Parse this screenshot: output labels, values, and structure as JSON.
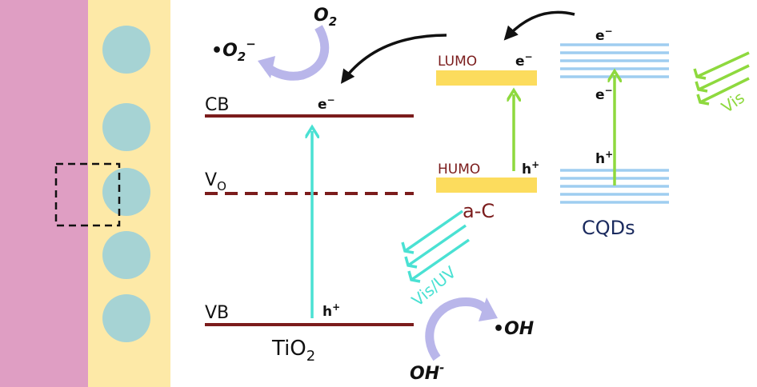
{
  "colors": {
    "pink_layer": "#df9ec3",
    "yellow_layer": "#fde9a7",
    "particle": "#a6d3d4",
    "band": "#7b1c1c",
    "gold_band": "#fcdc5d",
    "cqd_line": "#9fcdf0",
    "green_arrow": "#8ed93e",
    "cyan_arrow": "#4ae1d3",
    "purple_arrow": "#b9b6ea",
    "black": "#111111",
    "navy": "#1a2a5e"
  },
  "labels": {
    "cb": "CB",
    "vb": "VB",
    "vo_main": "V",
    "vo_sub": "O",
    "tio2_main": "TiO",
    "tio2_sub": "2",
    "cb_electron_main": "e",
    "cb_electron_sup": "−",
    "vb_hole_main": "h",
    "vb_hole_sup": "+",
    "lumo": "LUMO",
    "lumo_electron_main": "e",
    "lumo_electron_sup": "−",
    "humo": "HUMO",
    "humo_hole_main": "h",
    "humo_hole_sup": "+",
    "ac": "a-C",
    "cqd_e_top_main": "e",
    "cqd_e_top_sup": "−",
    "cqd_e_mid_main": "e",
    "cqd_e_mid_sup": "−",
    "cqd_hole_main": "h",
    "cqd_hole_sup": "+",
    "cqds": "CQDs",
    "vis": "Vis",
    "vis_uv": "Vis/UV",
    "o2_main": "O",
    "o2_sub": "2",
    "superoxide_dot": "•",
    "superoxide_main": "O",
    "superoxide_sub": "2",
    "superoxide_sup": "−",
    "oh_minus_main": "OH",
    "oh_minus_sup": "-",
    "oh_radical_dot": "•",
    "oh_radical_main": "OH"
  }
}
